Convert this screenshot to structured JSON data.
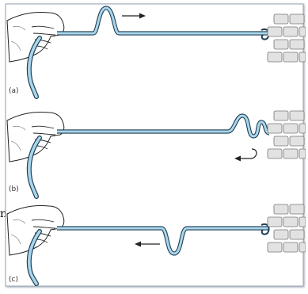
{
  "panels": [
    {
      "id": "a",
      "label": "(a)",
      "direction_arrow": "right"
    },
    {
      "id": "b",
      "label": "(b)",
      "direction_arrow": "left-return"
    },
    {
      "id": "c",
      "label": "(c)",
      "direction_arrow": "left"
    }
  ],
  "stray_text": "n",
  "colors": {
    "rope": "#a9d6ea",
    "rope_outline": "#1f3f55",
    "brick": "#e2e2e2",
    "frame_shadow": "#9aa6b0",
    "ink": "#222222"
  },
  "icons": [
    "hand-icon",
    "wall-icon",
    "pulse-icon",
    "arrow-icon"
  ]
}
